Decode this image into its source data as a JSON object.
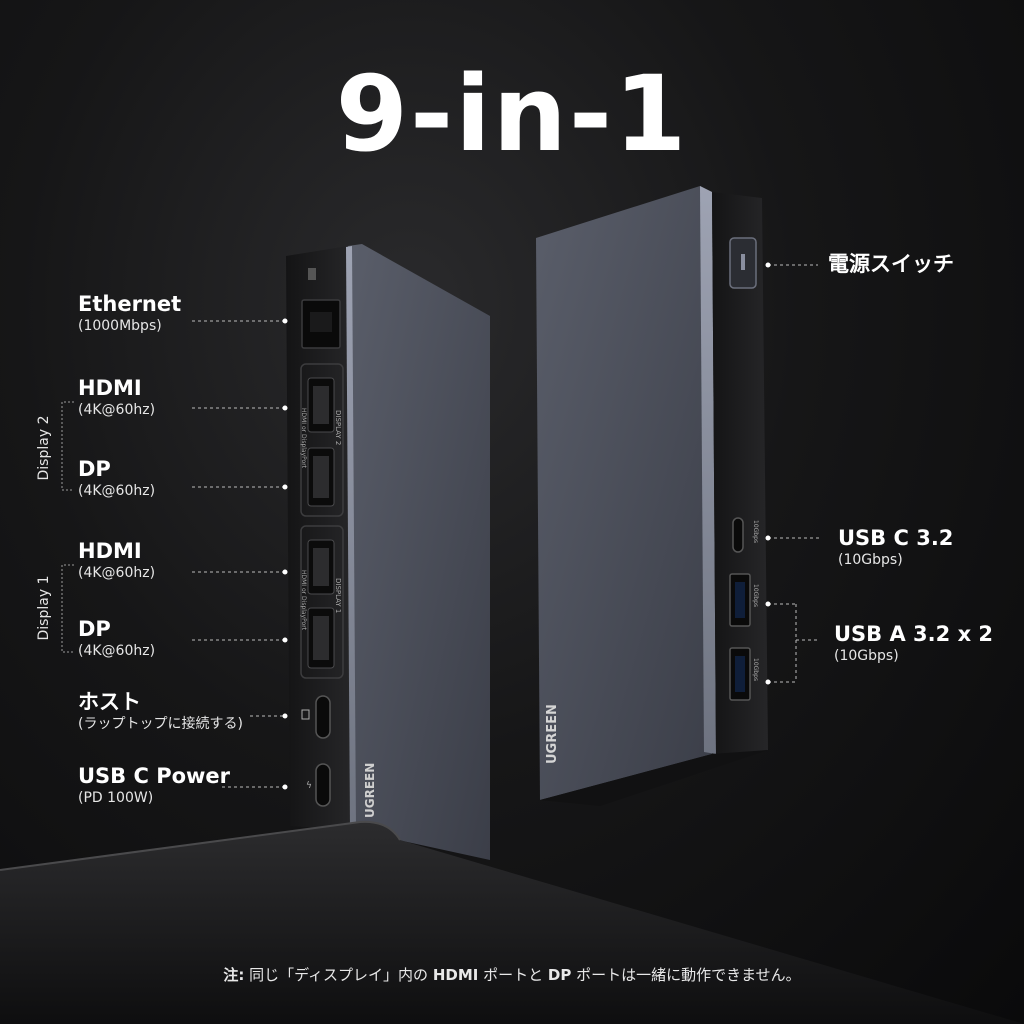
{
  "title": "9-in-1",
  "brand": "UGREEN",
  "left_labels": [
    {
      "id": "ethernet",
      "main": "Ethernet",
      "sub": "(1000Mbps)"
    },
    {
      "id": "hdmi2",
      "main": "HDMI",
      "sub": "(4K@60hz)"
    },
    {
      "id": "dp2",
      "main": "DP",
      "sub": "(4K@60hz)"
    },
    {
      "id": "hdmi1",
      "main": "HDMI",
      "sub": "(4K@60hz)"
    },
    {
      "id": "dp1",
      "main": "DP",
      "sub": "(4K@60hz)"
    },
    {
      "id": "host",
      "main": "ホスト",
      "sub": "(ラップトップに接続する)"
    },
    {
      "id": "usbc-power",
      "main": "USB C Power",
      "sub": "(PD 100W)"
    }
  ],
  "groups": {
    "display2": "Display 2",
    "display1": "Display 1"
  },
  "right_labels": [
    {
      "id": "power-switch",
      "main": "電源スイッチ",
      "sub": ""
    },
    {
      "id": "usbc32",
      "main": "USB C 3.2",
      "sub": "(10Gbps)"
    },
    {
      "id": "usba32",
      "main": "USB A 3.2 x 2",
      "sub": "(10Gbps)"
    }
  ],
  "device_text": {
    "display2_side": "DISPLAY 2",
    "display1_side": "DISPLAY 1",
    "hdmi_or_dp": "HDMI or DisplayPort",
    "speed": "10Gbps"
  },
  "note": {
    "prefix": "注:",
    "t1": " 同じ「ディスプレイ」内の ",
    "hdmi": "HDMI",
    "t2": " ポートと ",
    "dp": "DP",
    "t3": " ポートは一緒に動作できません。"
  },
  "colors": {
    "background": "#111112",
    "device_top": "#4a4d58",
    "device_side": "#1c1c1e",
    "text": "#ffffff"
  }
}
